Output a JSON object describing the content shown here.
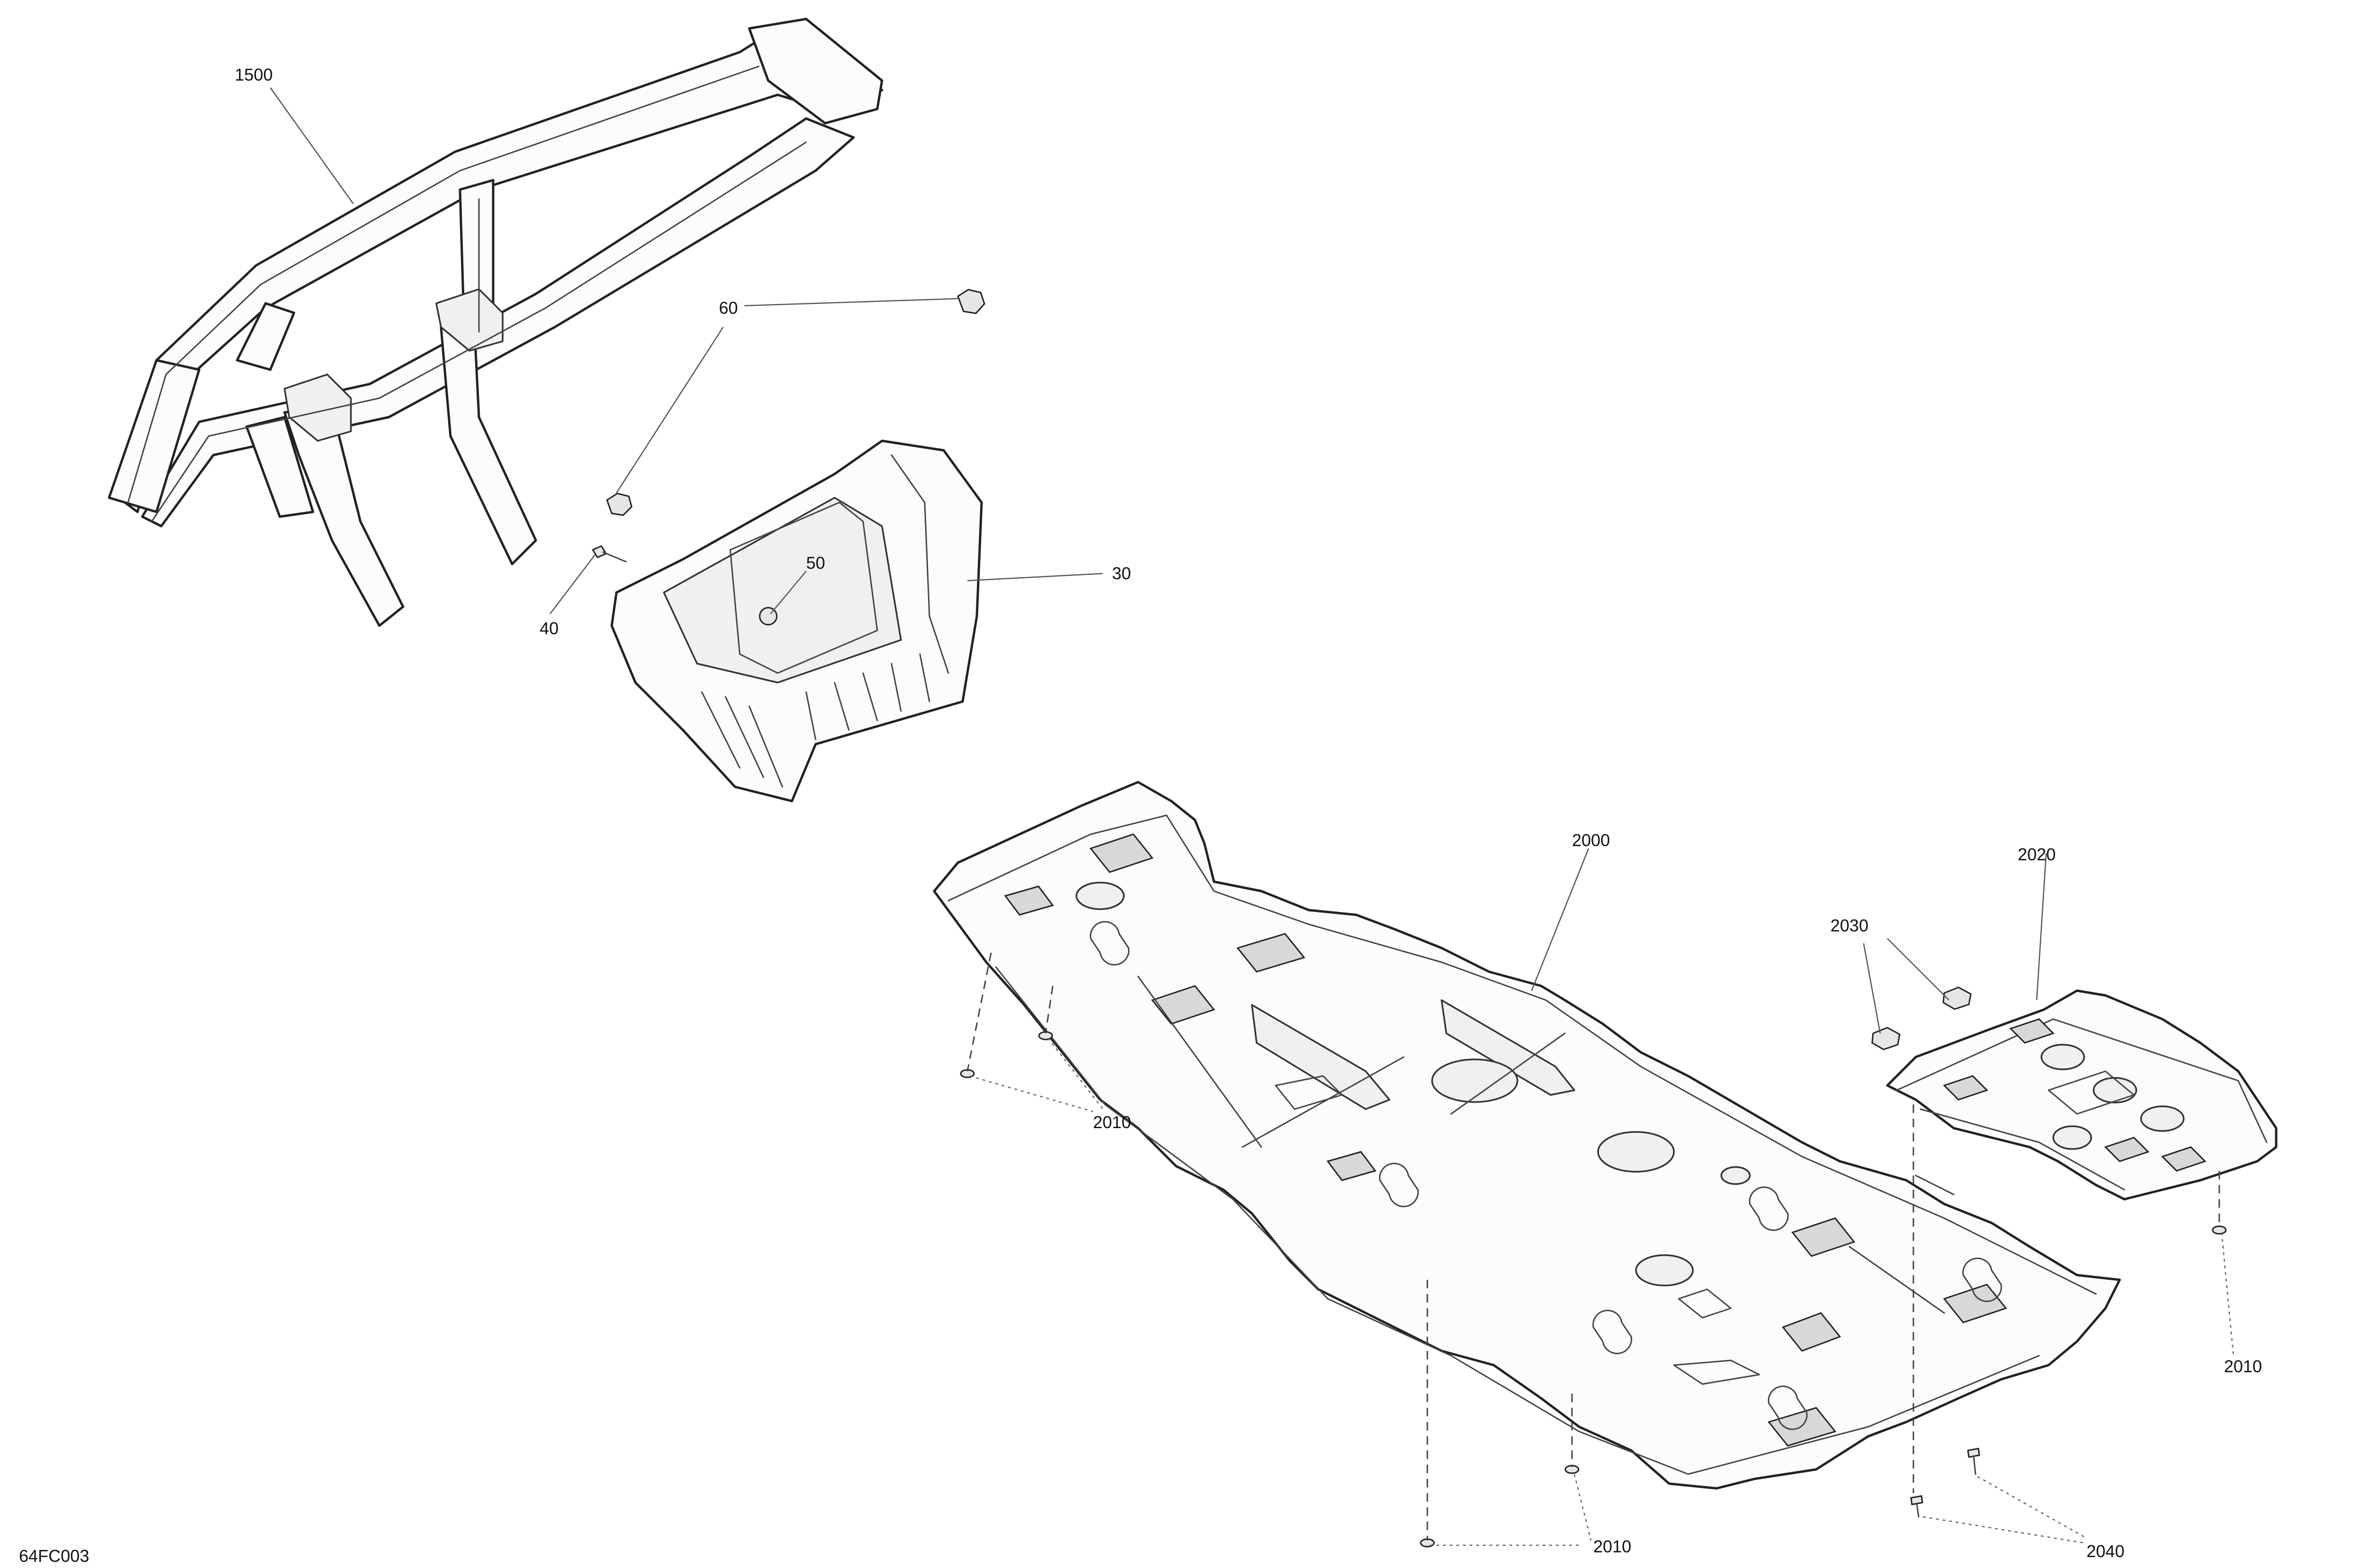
{
  "drawing": {
    "code": "64FC003",
    "callouts": [
      {
        "id": "c1500",
        "label": "1500"
      },
      {
        "id": "c60",
        "label": "60"
      },
      {
        "id": "c50",
        "label": "50"
      },
      {
        "id": "c30",
        "label": "30"
      },
      {
        "id": "c40",
        "label": "40"
      },
      {
        "id": "c2000",
        "label": "2000"
      },
      {
        "id": "c2020",
        "label": "2020"
      },
      {
        "id": "c2030",
        "label": "2030"
      },
      {
        "id": "c2010a",
        "label": "2010"
      },
      {
        "id": "c2010b",
        "label": "2010"
      },
      {
        "id": "c2010c",
        "label": "2010"
      },
      {
        "id": "c2040",
        "label": "2040"
      }
    ]
  }
}
